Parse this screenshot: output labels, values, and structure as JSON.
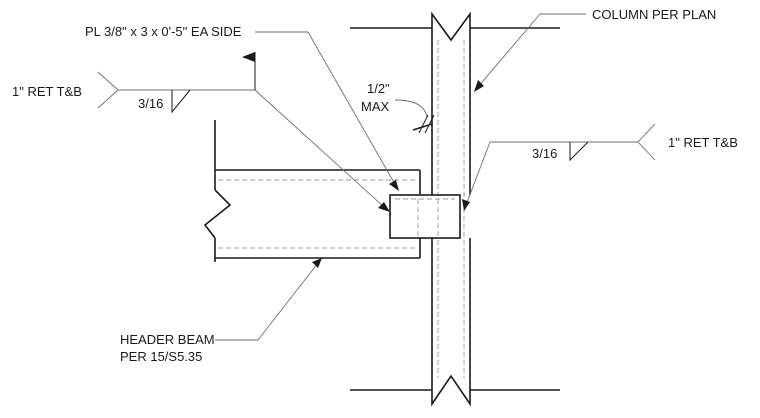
{
  "labels": {
    "plate_callout": "PL 3/8\" x 3 x 0'-5\" EA SIDE",
    "column_callout": "COLUMN PER PLAN",
    "weld_left_note": "1\" RET T&B",
    "weld_left_size": "3/16",
    "weld_right_note": "1\" RET T&B",
    "weld_right_size": "3/16",
    "gap_value": "1/2\"",
    "gap_max": "MAX",
    "beam_callout_line1": "HEADER BEAM",
    "beam_callout_line2": "PER 15/S5.35"
  },
  "icons": {
    "field_weld_flag": "flag-icon",
    "arrowheads": "arrowhead-icon"
  }
}
